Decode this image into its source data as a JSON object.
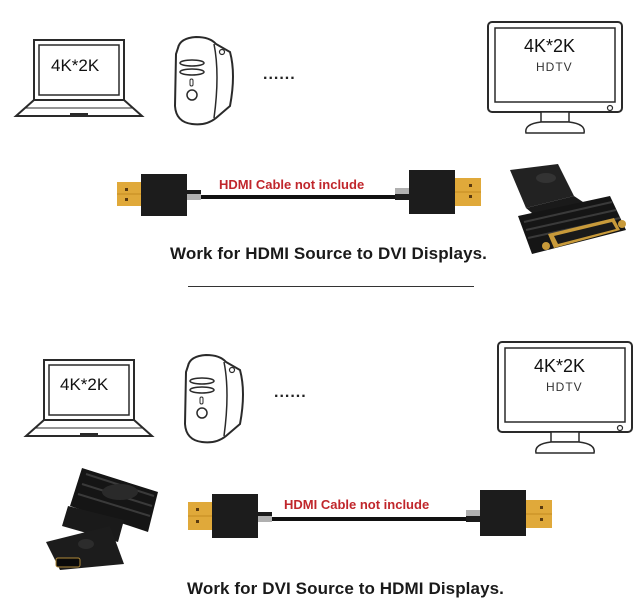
{
  "sections": [
    {
      "id": "hdmi-to-dvi",
      "source_device": {
        "type": "laptop",
        "screen_label": "4K*2K"
      },
      "source_device_2": {
        "type": "desktop-pc"
      },
      "ellipsis": "......",
      "display": {
        "type": "monitor",
        "line1": "4K*2K",
        "line2": "HDTV"
      },
      "cable": {
        "label": "HDMI Cable not include"
      },
      "adapter": {
        "type": "dvi-male-to-hdmi-female-swivel-adapter"
      },
      "caption": "Work for HDMI Source to DVI Displays."
    },
    {
      "id": "dvi-to-hdmi",
      "source_device": {
        "type": "laptop",
        "screen_label": "4K*2K"
      },
      "source_device_2": {
        "type": "desktop-pc"
      },
      "ellipsis": "......",
      "display": {
        "type": "monitor",
        "line1": "4K*2K",
        "line2": "HDTV"
      },
      "cable": {
        "label": "HDMI Cable not include"
      },
      "adapter": {
        "type": "dvi-male-to-hdmi-female-swivel-adapter"
      },
      "caption": "Work for DVI Source to HDMI Displays."
    }
  ],
  "colors": {
    "cable_label": "#c0262b",
    "connector_gold": "#e0a93a",
    "connector_body": "#1c1c1c",
    "line_art": "#2a2a2a"
  }
}
